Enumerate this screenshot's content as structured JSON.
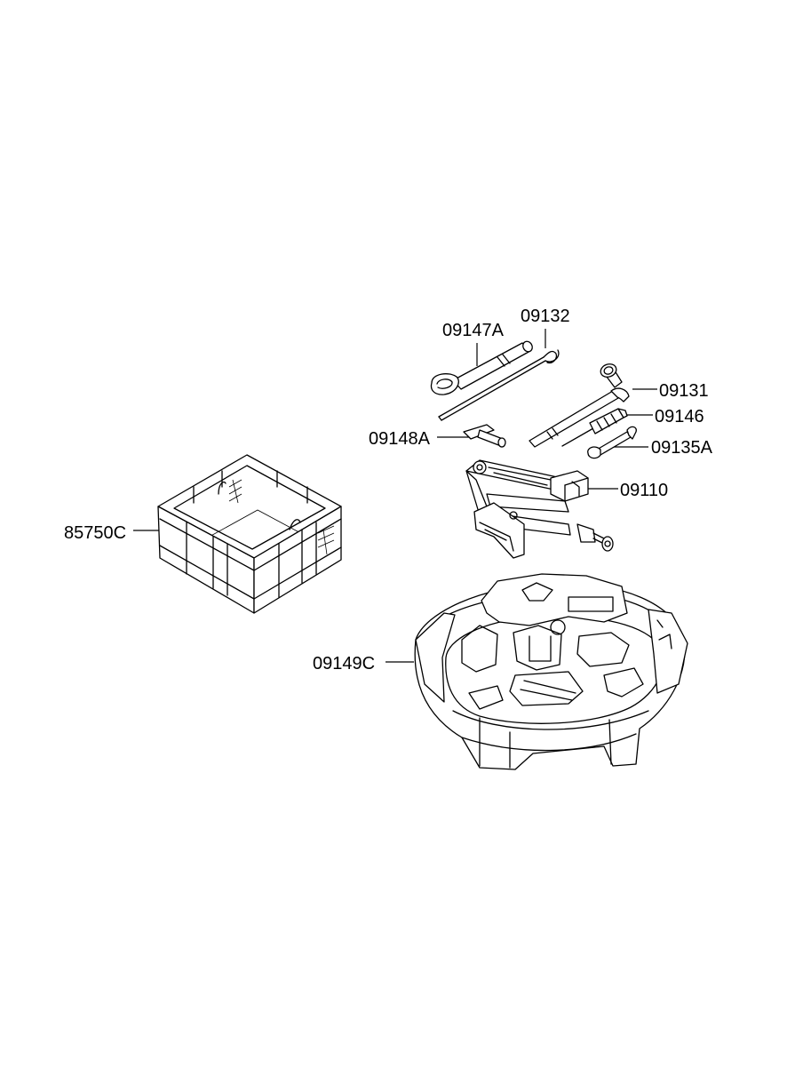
{
  "labels": {
    "p09147A": "09147A",
    "p09132": "09132",
    "p09131": "09131",
    "p09146": "09146",
    "p09148A": "09148A",
    "p09135A": "09135A",
    "p09110": "09110",
    "p85750C": "85750C",
    "p09149C": "09149C"
  }
}
